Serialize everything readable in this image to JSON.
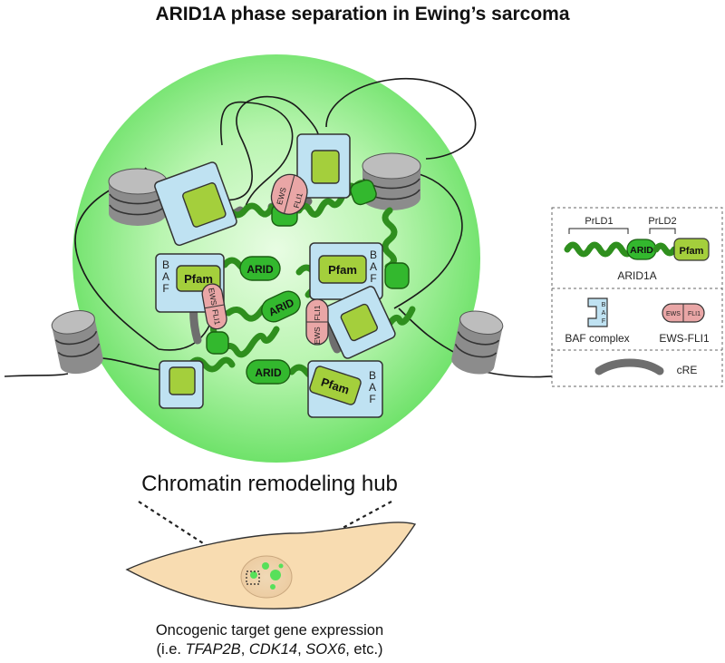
{
  "title": "ARID1A phase separation in Ewing’s sarcoma",
  "hub_label": "Chromatin remodeling hub",
  "caption": {
    "line1": "Oncogenic target gene expression",
    "line2_prefix": "(i.e. ",
    "genes": [
      "TFAP2B",
      "CDK14",
      "SOX6"
    ],
    "sep": ", ",
    "line2_suffix": ", etc.)"
  },
  "diagram": {
    "arid": "ARID",
    "pfam": "Pfam",
    "baf_letters": [
      "B",
      "A",
      "F"
    ],
    "ews": "EWS",
    "fli1": "FLI1"
  },
  "legend": {
    "prld1": "PrLD1",
    "prld2": "PrLD2",
    "arid": "ARID",
    "pfam": "Pfam",
    "arid1a": "ARID1A",
    "baf_letters": [
      "B",
      "A",
      "F"
    ],
    "baf_complex": "BAF complex",
    "ews": "EWS",
    "fli1": "FLI1",
    "ews_fli1": "EWS-FLI1",
    "cre": "cRE"
  },
  "colors": {
    "condensate_center": "#e6fbe0",
    "condensate_edge": "#6fe26a",
    "arid_green": "#33b82e",
    "linker_green": "#2f8f1e",
    "pfam_green": "#a4cf3c",
    "baf_blue": "#bfe2f2",
    "ews_pink": "#e9a6a6",
    "cre_gray": "#6e6e6e",
    "nucleosome_gray": "#8c8c8c",
    "cell_tan": "#f8dcb1"
  }
}
